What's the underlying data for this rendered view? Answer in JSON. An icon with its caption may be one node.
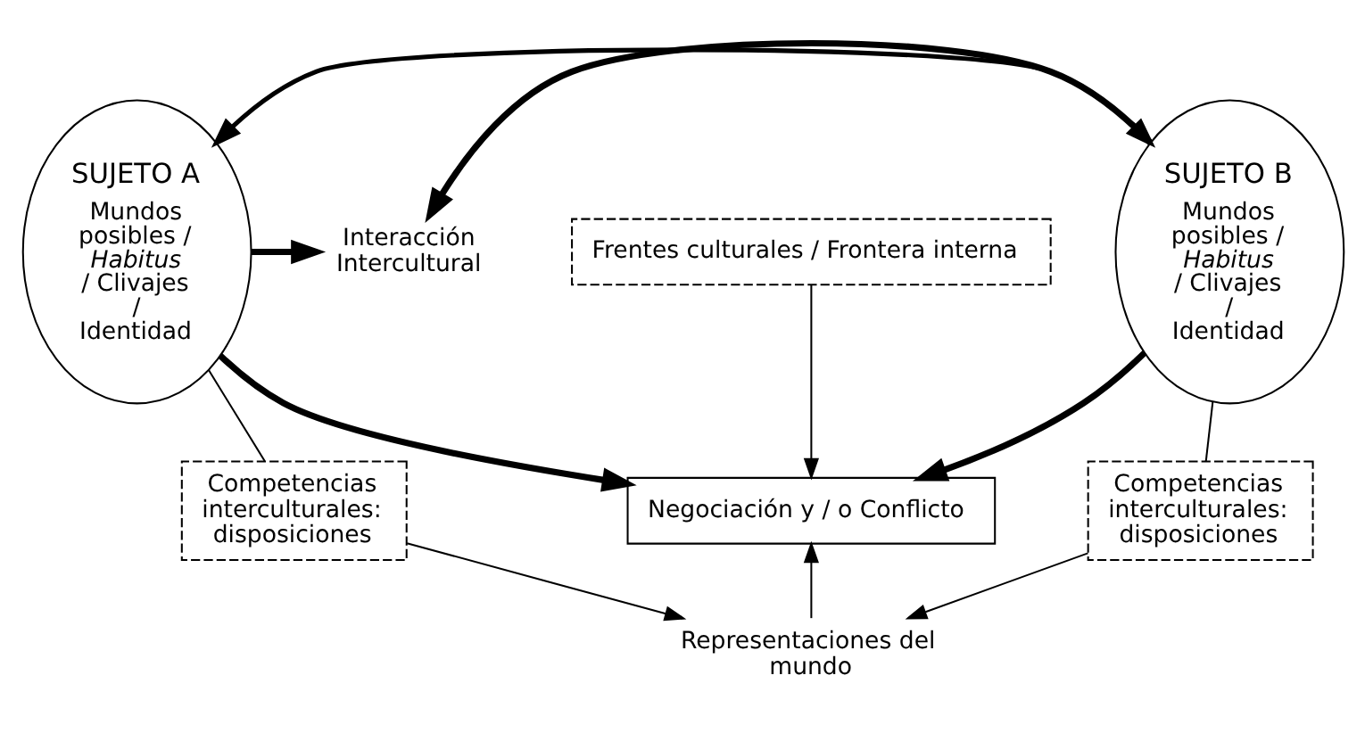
{
  "diagram": {
    "nodes": [
      {
        "text": [
          "SUJETO A",
          "Mundos posibles / *Habitus* / Clivajes / Identidad"
        ]
      },
      {
        "text": [
          "Interacción Intercultural"
        ]
      },
      {
        "text": [
          "SUJETO B",
          "Mundos posibles / *Habitus* / Clivajes / Identidad"
        ]
      },
      {
        "text": [
          "Frentes culturales / Frontera interna"
        ]
      },
      {
        "text": [
          "Negociación y / o Conflicto"
        ]
      },
      {
        "text": [
          "Competencias interculturales: disposiciones"
        ]
      },
      {
        "text": [
          "Competencias interculturales: disposiciones"
        ]
      },
      {
        "text": [
          "Representaciones del mundo"
        ]
      }
    ],
    "edges": [
      {
        "from": 0,
        "to": 1,
        "arrow": "to",
        "style": "thick"
      },
      {
        "from": 2,
        "to": 1,
        "arrow": "to",
        "style": "thick"
      },
      {
        "from": 0,
        "to": 2,
        "arrow": "both",
        "style": "thick"
      },
      {
        "from": 3,
        "to": 4,
        "arrow": "to"
      },
      {
        "from": 0,
        "to": 4,
        "arrow": "to",
        "style": "thick"
      },
      {
        "from": 2,
        "to": 4,
        "arrow": "to",
        "style": "thick"
      },
      {
        "from": 0,
        "to": 5,
        "arrow": "none"
      },
      {
        "from": 2,
        "to": 6,
        "arrow": "none"
      },
      {
        "from": 5,
        "to": 7,
        "arrow": "to"
      },
      {
        "from": 6,
        "to": 7,
        "arrow": "to"
      },
      {
        "from": 7,
        "to": 4,
        "arrow": "to"
      }
    ]
  }
}
